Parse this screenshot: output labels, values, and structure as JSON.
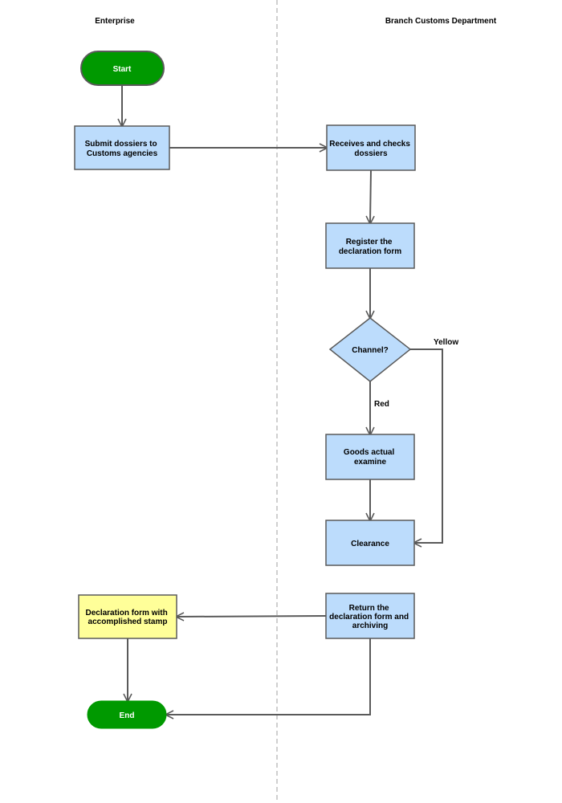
{
  "lanes": {
    "left_title": "Enterprise",
    "right_title": "Branch Customs Department"
  },
  "nodes": {
    "start": "Start",
    "submit": [
      "Submit dossiers to",
      "Customs agencies"
    ],
    "receive": [
      "Receives and checks",
      "dossiers"
    ],
    "register": [
      "Register the",
      "declaration form"
    ],
    "decision": "Channel?",
    "goods": [
      "Goods actual",
      "examine"
    ],
    "clearance": "Clearance",
    "return_form": [
      "Return the",
      "declaration form and",
      "archiving"
    ],
    "stamp": [
      "Declaration form with",
      "accomplished stamp"
    ],
    "end": "End"
  },
  "edge_labels": {
    "yellow": "Yellow",
    "red": "Red"
  },
  "colors": {
    "terminal_fill": "#009900",
    "terminal_text": "#ffffff",
    "process_fill": "#bcdcfc",
    "highlight_fill": "#ffff99",
    "border": "#5a5a5a",
    "lane_divider": "#b0b0b0"
  }
}
